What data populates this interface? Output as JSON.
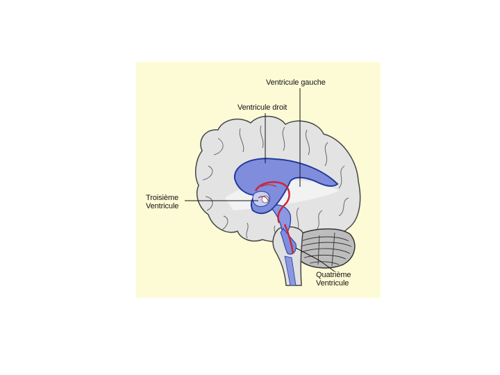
{
  "labels": {
    "left_ventricle": "Ventricule gauche",
    "right_ventricle": "Ventricule droit",
    "third_ventricle": [
      "Troisième",
      "Ventricule"
    ],
    "fourth_ventricle": [
      "Quatrième",
      "Ventricule"
    ]
  },
  "colors": {
    "background": "#fdfbd6",
    "brain": "#e3e3e3",
    "ventricle": "#7f8ddc",
    "ventricle_outline": "#1f3a9c",
    "vessel": "#c8283c"
  }
}
